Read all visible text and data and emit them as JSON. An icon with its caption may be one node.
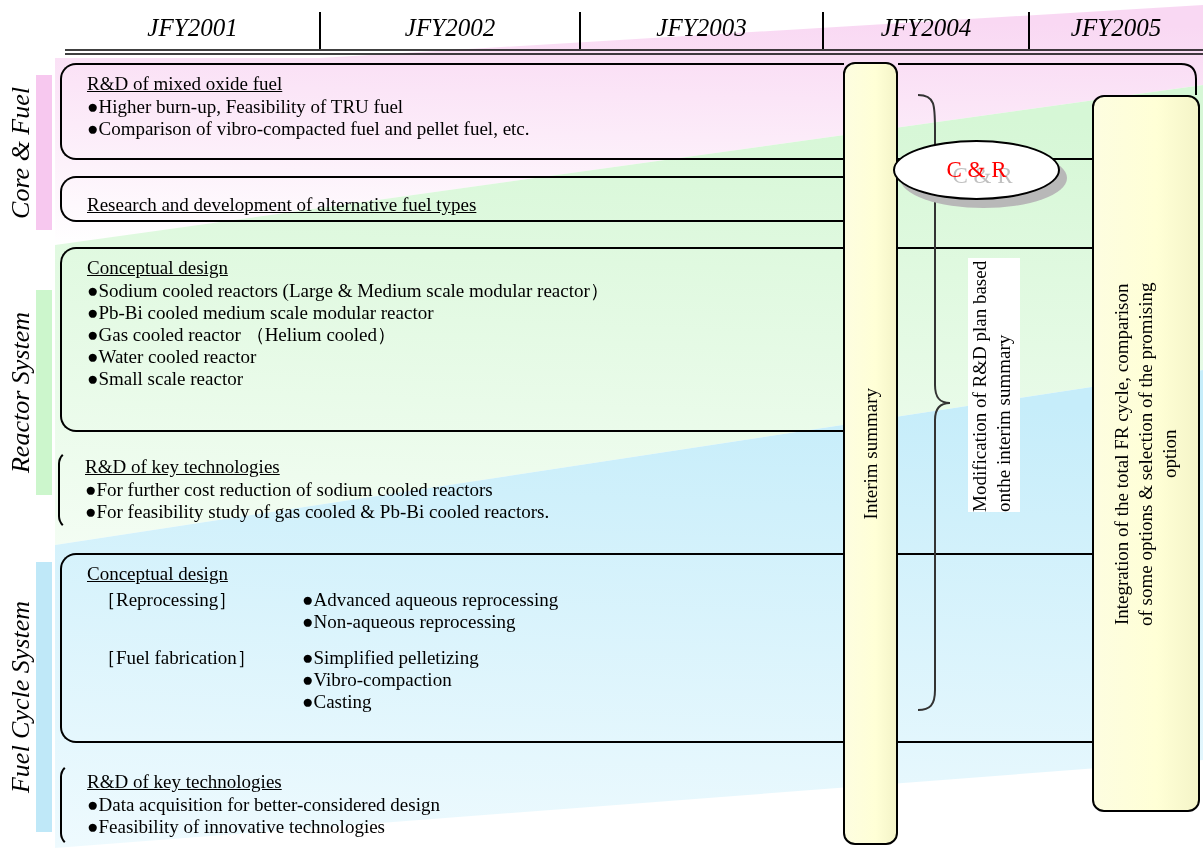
{
  "diagram": {
    "nodes": [
      {
        "text": [
          "R&D of mixed oxide fuel",
          "●Higher burn-up, Feasibility of TRU fuel",
          "●Comparison of vibro-compacted fuel and pellet fuel, etc."
        ]
      },
      {
        "text": [
          "Research and development of alternative fuel types"
        ]
      },
      {
        "text": [
          "Conceptual design",
          "●Sodium cooled reactors (Large & Medium scale modular reactor）",
          "●Pb-Bi cooled medium scale modular reactor",
          "●Gas cooled reactor （Helium cooled）",
          "●Water cooled reactor",
          "●Small scale reactor"
        ]
      },
      {
        "text": [
          "R&D of key technologies",
          "●For further cost reduction of sodium cooled reactors",
          "●For feasibility study of gas cooled & Pb-Bi cooled reactors."
        ]
      },
      {
        "text": [
          "Conceptual design",
          "［Reprocessing］",
          "●Advanced aqueous reprocessing",
          "●Non-aqueous reprocessing",
          "［Fuel fabrication］",
          "●Simplified pelletizing",
          "●Vibro-compaction",
          "●Casting"
        ]
      },
      {
        "text": [
          "R&D of key technologies",
          "●Data acquisition for better-considered design",
          "●Feasibility of innovative technologies"
        ]
      },
      {
        "text": [
          "Interim summary"
        ]
      },
      {
        "text": [
          "C & R"
        ]
      },
      {
        "text": [
          "Integration of the total FR cycle, comparison of some options & selection of the promising option"
        ]
      }
    ],
    "edges": [],
    "labels": [
      "JFY2001",
      "JFY2002",
      "JFY2003",
      "JFY2004",
      "JFY2005",
      "Core & Fuel",
      "Reactor System",
      "Fuel Cycle System",
      "Modification of R&D plan based onthe interim summary"
    ]
  }
}
